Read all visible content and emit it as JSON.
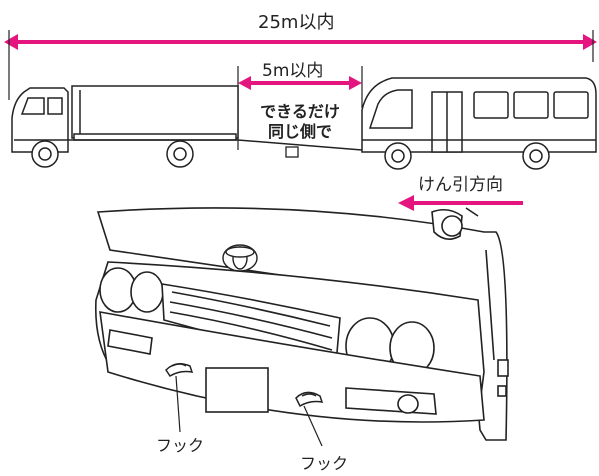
{
  "labels": {
    "max_distance": "25m以内",
    "min_distance": "5m以内",
    "same_side_line1": "できるだけ",
    "same_side_line2": "同じ側で",
    "tow_direction": "けん引方向",
    "hook_left": "フック",
    "hook_right": "フック"
  },
  "colors": {
    "accent": "#e4157f",
    "line": "#222222",
    "fill": "#ffffff"
  },
  "icons": [
    "truck-icon",
    "bus-icon",
    "bus-front-icon",
    "toyota-emblem-icon"
  ]
}
